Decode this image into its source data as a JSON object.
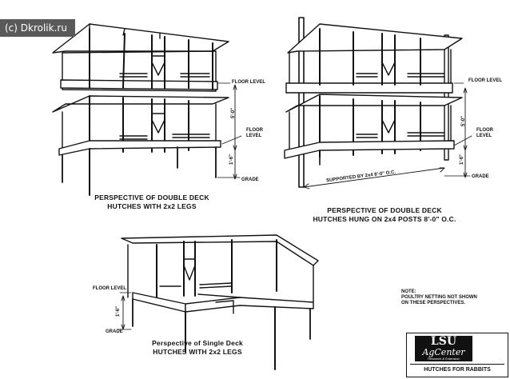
{
  "watermark": "(c) Dkrolik.ru",
  "labels": {
    "floor_level": "FLOOR LEVEL",
    "floor": "FLOOR",
    "level": "LEVEL",
    "grade": "GRADE",
    "dim_5ft": "5'-0\"",
    "dim_1ft6": "1'-6\"",
    "supported_by": "SUPPORTED BY 2x4 8'-0\" O.C."
  },
  "captions": {
    "top_left_line1": "PERSPECTIVE OF DOUBLE DECK",
    "top_left_line2": "HUTCHES WITH 2x2 LEGS",
    "top_right_line1": "PERSPECTIVE OF DOUBLE DECK",
    "top_right_line2": "HUTCHES HUNG ON 2x4 POSTS 8'-0\" O.C.",
    "bottom_line1": "Perspective of Single Deck",
    "bottom_line2": "HUTCHES WITH 2x2 LEGS"
  },
  "note": {
    "line1": "NOTE:",
    "line2": "POULTRY NETTING NOT SHOWN",
    "line3": "ON THESE PERSPECTIVES."
  },
  "title_block": {
    "logo_top": "LSU",
    "logo_mid": "AgCenter",
    "logo_sub": "Research & Extension",
    "title": "HUTCHES FOR RABBITS"
  }
}
